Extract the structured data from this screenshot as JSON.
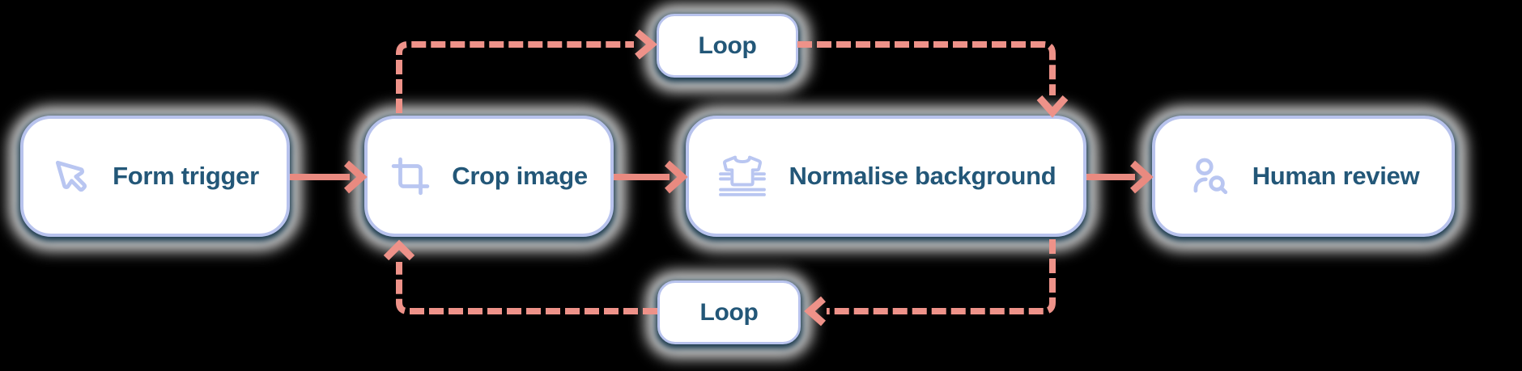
{
  "diagram": {
    "background": "#000000",
    "colors": {
      "node_fill": "#ffffff",
      "node_border": "#b8c3ed",
      "icon": "#b9c6f1",
      "text": "#235778",
      "connector_solid": "#e98a80",
      "connector_dashed": "#ee9289"
    },
    "nodes": {
      "form_trigger": {
        "label": "Form trigger",
        "icon": "mouse-pointer-icon"
      },
      "crop_image": {
        "label": "Crop image",
        "icon": "crop-icon"
      },
      "normalise_background": {
        "label": "Normalise background",
        "icon": "shirt-on-background-icon"
      },
      "human_review": {
        "label": "Human review",
        "icon": "user-search-icon"
      },
      "loop_top": {
        "label": "Loop"
      },
      "loop_bottom": {
        "label": "Loop"
      }
    },
    "connections": [
      {
        "from": "form_trigger",
        "to": "crop_image",
        "style": "solid"
      },
      {
        "from": "crop_image",
        "to": "normalise_background",
        "style": "solid"
      },
      {
        "from": "normalise_background",
        "to": "human_review",
        "style": "solid"
      },
      {
        "from": "crop_image",
        "to": "loop_top",
        "style": "dashed"
      },
      {
        "from": "loop_top",
        "to": "normalise_background",
        "style": "dashed"
      },
      {
        "from": "normalise_background",
        "to": "loop_bottom",
        "style": "dashed"
      },
      {
        "from": "loop_bottom",
        "to": "crop_image",
        "style": "dashed"
      }
    ]
  }
}
